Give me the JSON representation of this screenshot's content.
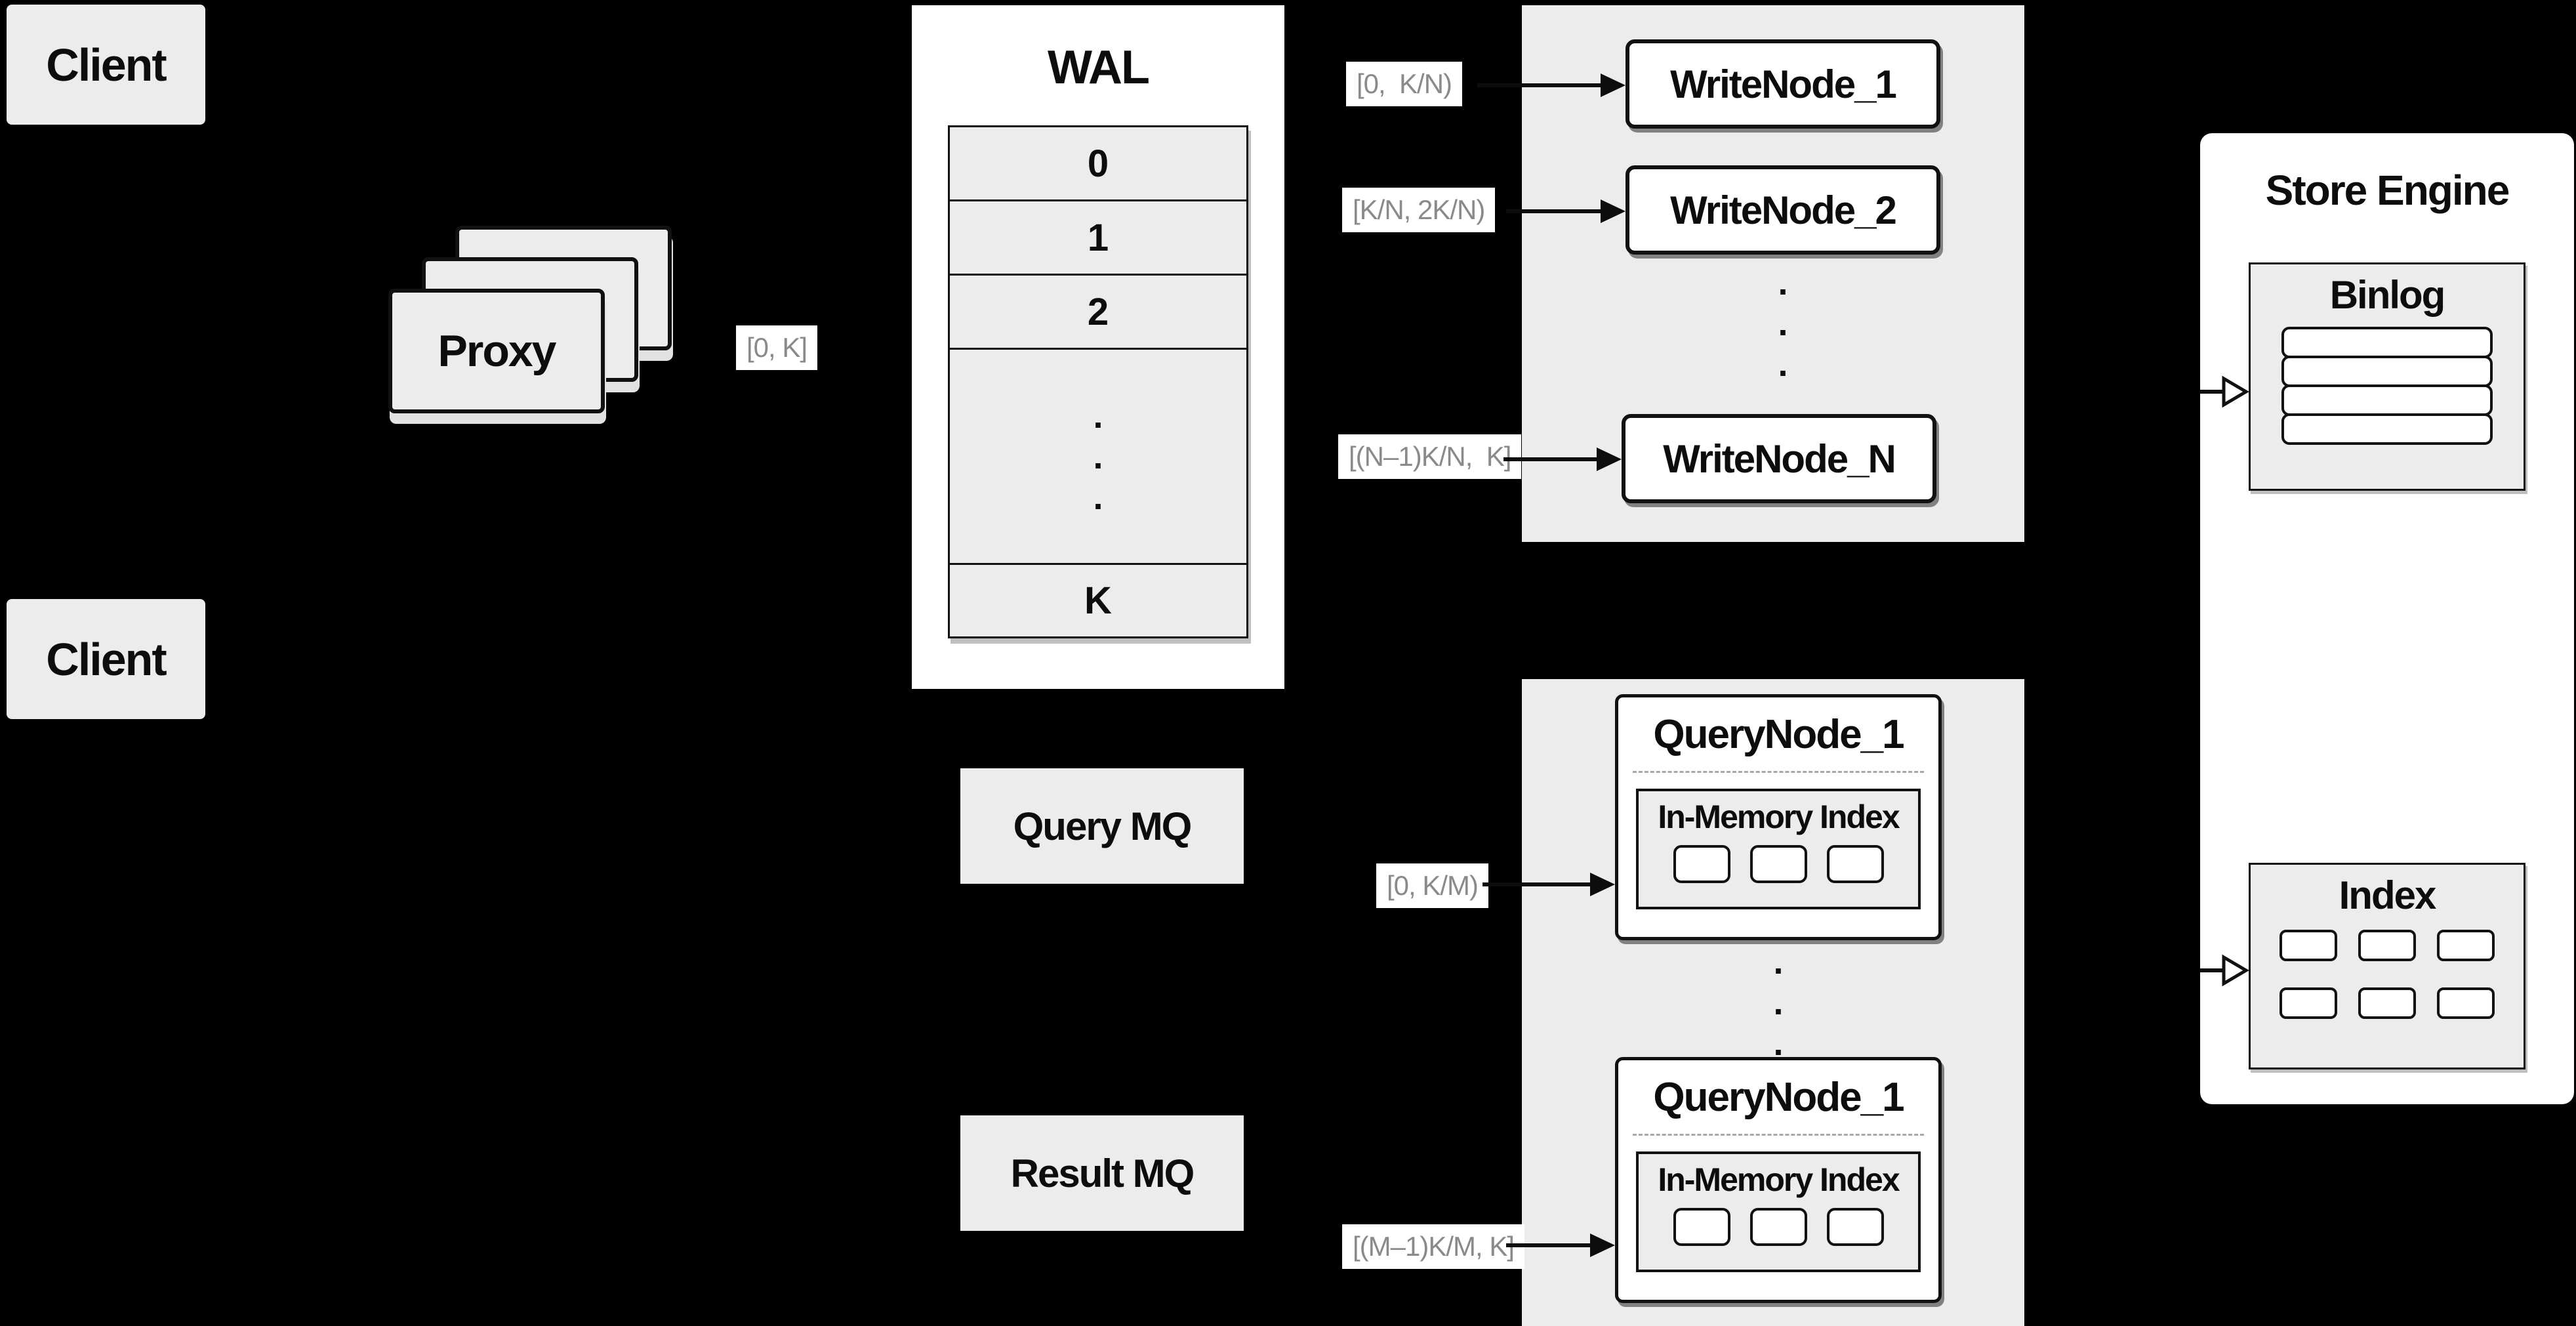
{
  "colors": {
    "background": "#000000",
    "box_fill": "#ececec",
    "node_fill": "#ffffff",
    "box_border": "#111111",
    "label_text": "#8a8a8a",
    "arrow": "#0d0d0d"
  },
  "client_top": {
    "label": "Client"
  },
  "client_bottom": {
    "label": "Client"
  },
  "proxy": {
    "label": "Proxy"
  },
  "range_labels": {
    "proxy_out": "[0, K]",
    "write_1": "[0,  K/N)",
    "write_2": "[K/N, 2K/N)",
    "write_n": "[(N–1)K/N,  K]",
    "query_1": "[0, K/M)",
    "query_m": "[(M–1)K/M, K]"
  },
  "wal": {
    "title": "WAL",
    "rows": [
      "0",
      "1",
      "2"
    ],
    "last_row": "K"
  },
  "write_nodes": {
    "node_1": "WriteNode_1",
    "node_2": "WriteNode_2",
    "node_n": "WriteNode_N"
  },
  "query_nodes": {
    "top": {
      "title": "QueryNode_1",
      "inner_title": "In-Memory Index"
    },
    "bottom": {
      "title": "QueryNode_1",
      "inner_title": "In-Memory Index"
    }
  },
  "mq": {
    "query": "Query MQ",
    "result": "Result MQ"
  },
  "store_engine": {
    "title": "Store Engine",
    "binlog_title": "Binlog",
    "index_title": "Index"
  },
  "misc": {
    "dot": "."
  }
}
